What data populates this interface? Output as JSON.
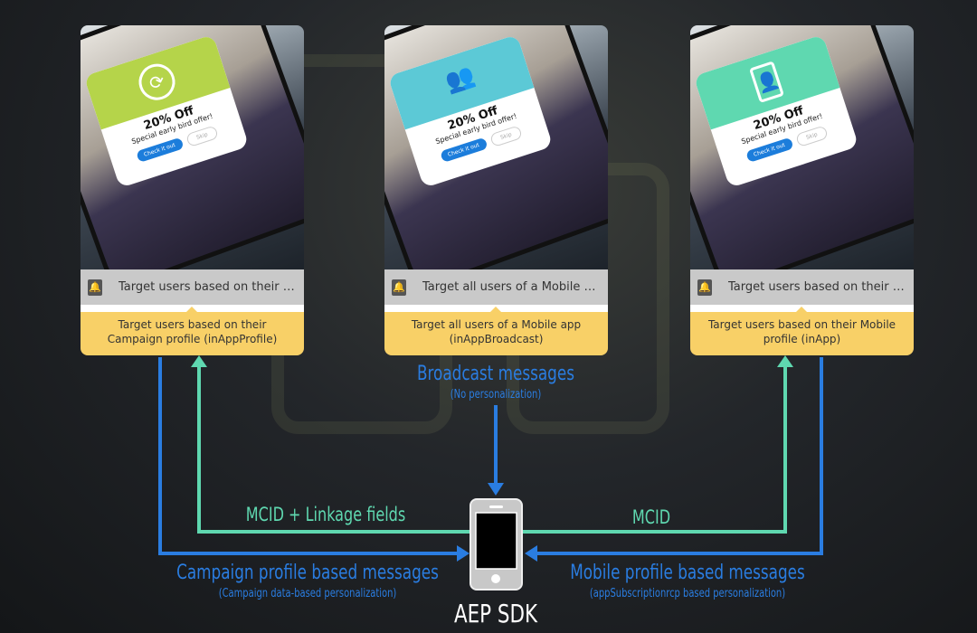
{
  "cards": [
    {
      "popup_color": "#b5d44a",
      "icon": "campaign-logo-icon",
      "offer": "20% Off",
      "subtitle": "Special early bird offer!",
      "cta": "Check it out",
      "skip": "Skip",
      "bar_text": "Target users based on their Campaign profile (inAppProfile)",
      "tooltip": "Target users based on their Campaign profile (inAppProfile)"
    },
    {
      "popup_color": "#5cc9d6",
      "icon": "group-icon",
      "offer": "20% Off",
      "subtitle": "Special early bird offer!",
      "cta": "Check it out",
      "skip": "Skip",
      "bar_text": "Target all users of a Mobile app (inAppBroadcast)",
      "tooltip": "Target all users of a Mobile app (inAppBroadcast)"
    },
    {
      "popup_color": "#5fd8b0",
      "icon": "mobile-user-icon",
      "offer": "20% Off",
      "subtitle": "Special early bird offer!",
      "cta": "Check it out",
      "skip": "Skip",
      "bar_text": "Target users based on their Mobile profile (inApp)",
      "tooltip": "Target users based on their Mobile profile (inApp)"
    }
  ],
  "labels": {
    "broadcast_title": "Broadcast messages",
    "broadcast_sub": "(No personalization)",
    "mcid_linkage": "MCID + Linkage fields",
    "mcid": "MCID",
    "campaign_title": "Campaign profile based messages",
    "campaign_sub": "(Campaign data-based personalization)",
    "mobile_title": "Mobile profile based messages",
    "mobile_sub": "(appSubscriptionrcp based personalization)",
    "sdk": "AEP SDK"
  },
  "colors": {
    "blue": "#2a7de1",
    "teal": "#5fd8b0",
    "tooltip": "#f8d067"
  }
}
